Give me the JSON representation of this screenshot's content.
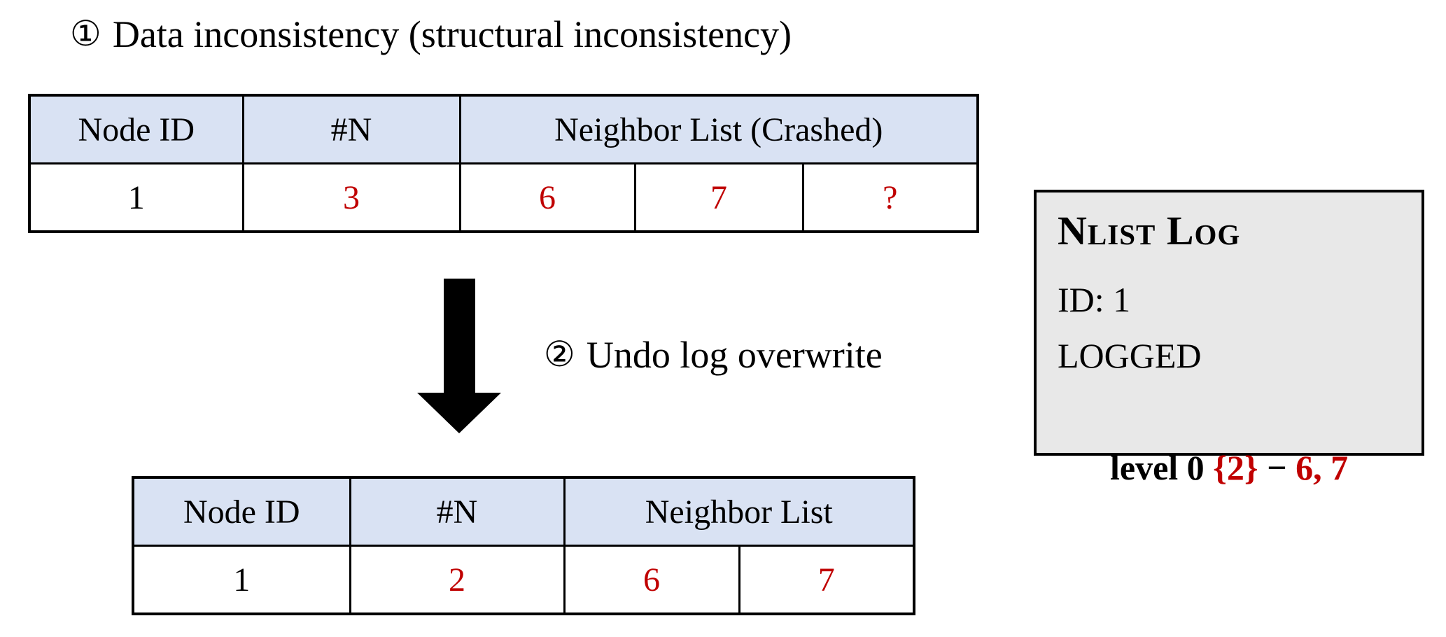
{
  "figure": {
    "background": "#ffffff"
  },
  "step1": {
    "number": "①",
    "label": "Data inconsistency (structural inconsistency)"
  },
  "step2": {
    "number": "②",
    "label": "Undo log overwrite"
  },
  "table_crashed": {
    "headers": {
      "node_id": "Node ID",
      "n_count": "#N",
      "neighbor_list": "Neighbor List (Crashed)"
    },
    "row": {
      "node_id": "1",
      "n_count": "3",
      "neighbors": [
        "6",
        "7",
        "?"
      ]
    }
  },
  "table_recovered": {
    "headers": {
      "node_id": "Node ID",
      "n_count": "#N",
      "neighbor_list": "Neighbor List"
    },
    "row": {
      "node_id": "1",
      "n_count": "2",
      "neighbors": [
        "6",
        "7"
      ]
    }
  },
  "arrow": {
    "icon": "down-arrow",
    "color": "#000000"
  },
  "nlist_log": {
    "title": "Nlist Log",
    "id_line": "ID: 1",
    "status_line": "LOGGED",
    "level_line": {
      "prefix": "level 0 ",
      "braced": "{2}",
      "separator": " − ",
      "values": "6, 7"
    }
  },
  "colors": {
    "accent_red": "#c00000",
    "header_blue": "#d9e2f3",
    "log_box_gray": "#e8e8e8"
  }
}
